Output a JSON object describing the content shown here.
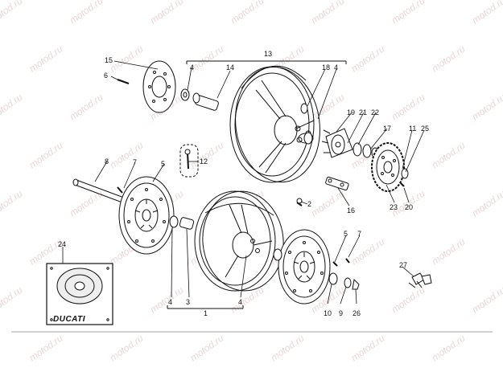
{
  "watermark": {
    "text": "motod.ru",
    "color": "#c98a8a"
  },
  "brand": {
    "text": "DUCATI"
  },
  "colors": {
    "line": "#111111",
    "fill": "#ffffff",
    "disc": "#dddddd"
  },
  "callouts": {
    "c13": "13",
    "c15": "15",
    "c6": "6",
    "c4a": "4",
    "c14": "14",
    "c18": "18",
    "c4b": "4",
    "c19": "19",
    "c21": "21",
    "c22": "22",
    "c17": "17",
    "c11": "11",
    "c25": "25",
    "c7a": "7",
    "c12": "12",
    "c8": "8",
    "c5a": "5",
    "c16": "16",
    "c23": "23",
    "c20": "20",
    "c2": "2",
    "c24": "24",
    "c5b": "5",
    "c7b": "7",
    "c27": "27",
    "c4c": "4",
    "c3": "3",
    "c4d": "4",
    "c1": "1",
    "c10": "10",
    "c9": "9",
    "c26": "26"
  }
}
